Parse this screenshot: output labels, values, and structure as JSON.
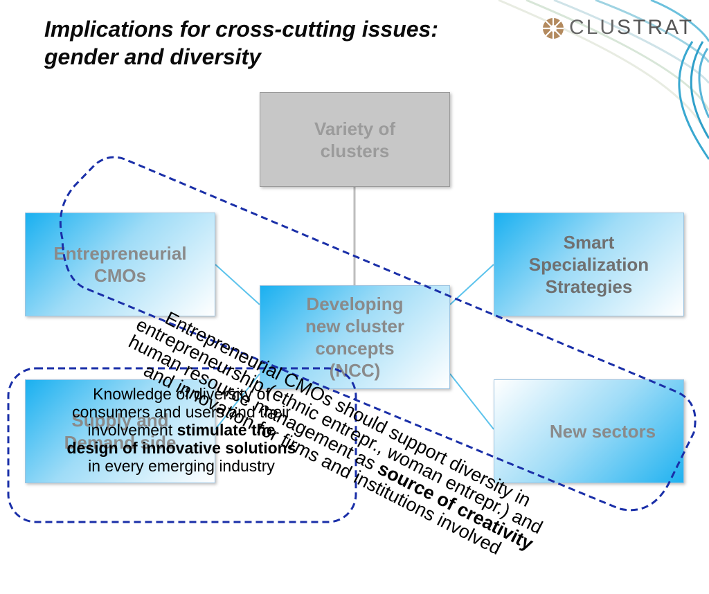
{
  "slide": {
    "title_line1": "Implications for cross-cutting issues:",
    "title_line2": "gender and diversity"
  },
  "logo": {
    "word_light": "CLU",
    "word_dark": "STRAT",
    "icon": "clustrat-logo-icon"
  },
  "boxes": {
    "variety_1": "Variety of",
    "variety_2": "clusters",
    "entrepreneurial_1": "Entrepreneurial",
    "entrepreneurial_2": "CMOs",
    "smart_1": "Smart",
    "smart_2": "Specialization",
    "smart_3": "Strategies",
    "developing_1": "Developing",
    "developing_2": "new cluster",
    "developing_3": "concepts",
    "developing_4": "(NCC)",
    "supply_1": "Supply and",
    "supply_2": "Demand side",
    "new_sectors": "New sectors"
  },
  "callout_diversity": {
    "line1": "Entrepreneurial CMOs should support diversity in",
    "line2": "entrepreneurship (ethnic entrepr., woman entrepr.) and",
    "line3_pre": "human resource management as ",
    "line3_bold": "source of creativity",
    "line4": "and innovation for firms and institutions involved"
  },
  "callout_knowledge": {
    "line1": "Knowledge of diversity of",
    "line2": "consumers and users and their",
    "line3_pre": "involvement ",
    "line3_bold": "stimulate the",
    "line4_bold": "design of innovative solutions",
    "line5": "in every emerging industry"
  },
  "colors": {
    "dashed_outline": "#1a2fa8",
    "box_blue": "#1ab0f0",
    "box_grey": "#c7c7c7",
    "connector": "#5cc3ec",
    "connector_grey": "#bdbdbd"
  }
}
